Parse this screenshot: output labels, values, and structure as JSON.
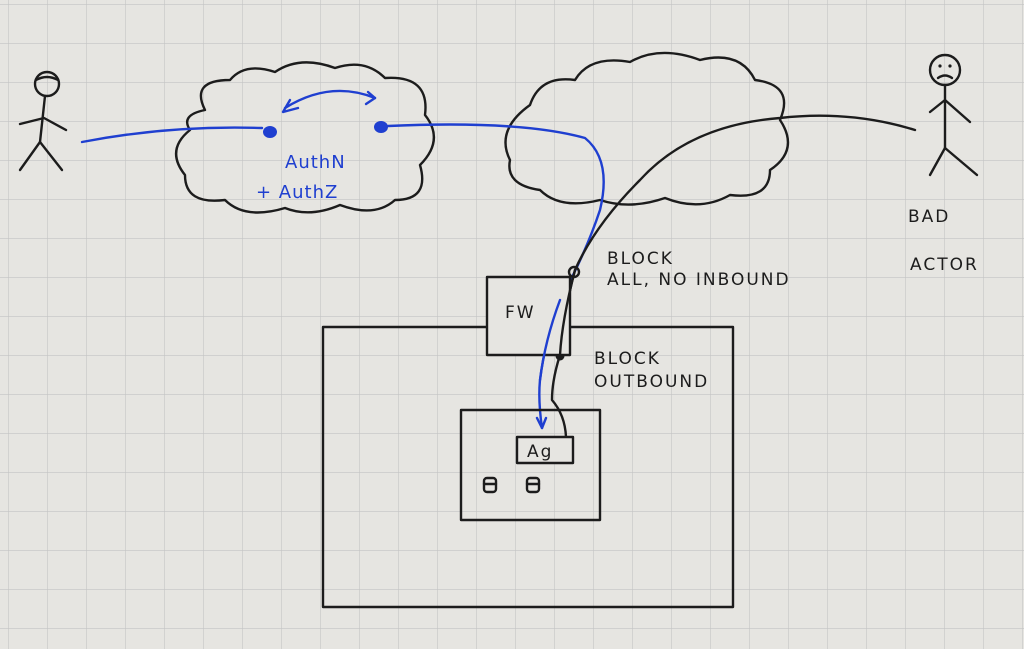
{
  "labels": {
    "authn": "AuthN",
    "authz": "+ AuthZ",
    "block_inbound_1": "BLOCK",
    "block_inbound_2": "ALL, NO INBOUND",
    "block_outbound_1": "BLOCK",
    "block_outbound_2": "OUTBOUND",
    "firewall": "FW",
    "agent": "Ag",
    "bad_actor_1": "BAD",
    "bad_actor_2": "ACTOR"
  },
  "colors": {
    "paper": "#e6e5e1",
    "grid": "#c4c4c4",
    "ink": "#1c1c1c",
    "blue_ink": "#1f3fd0"
  }
}
